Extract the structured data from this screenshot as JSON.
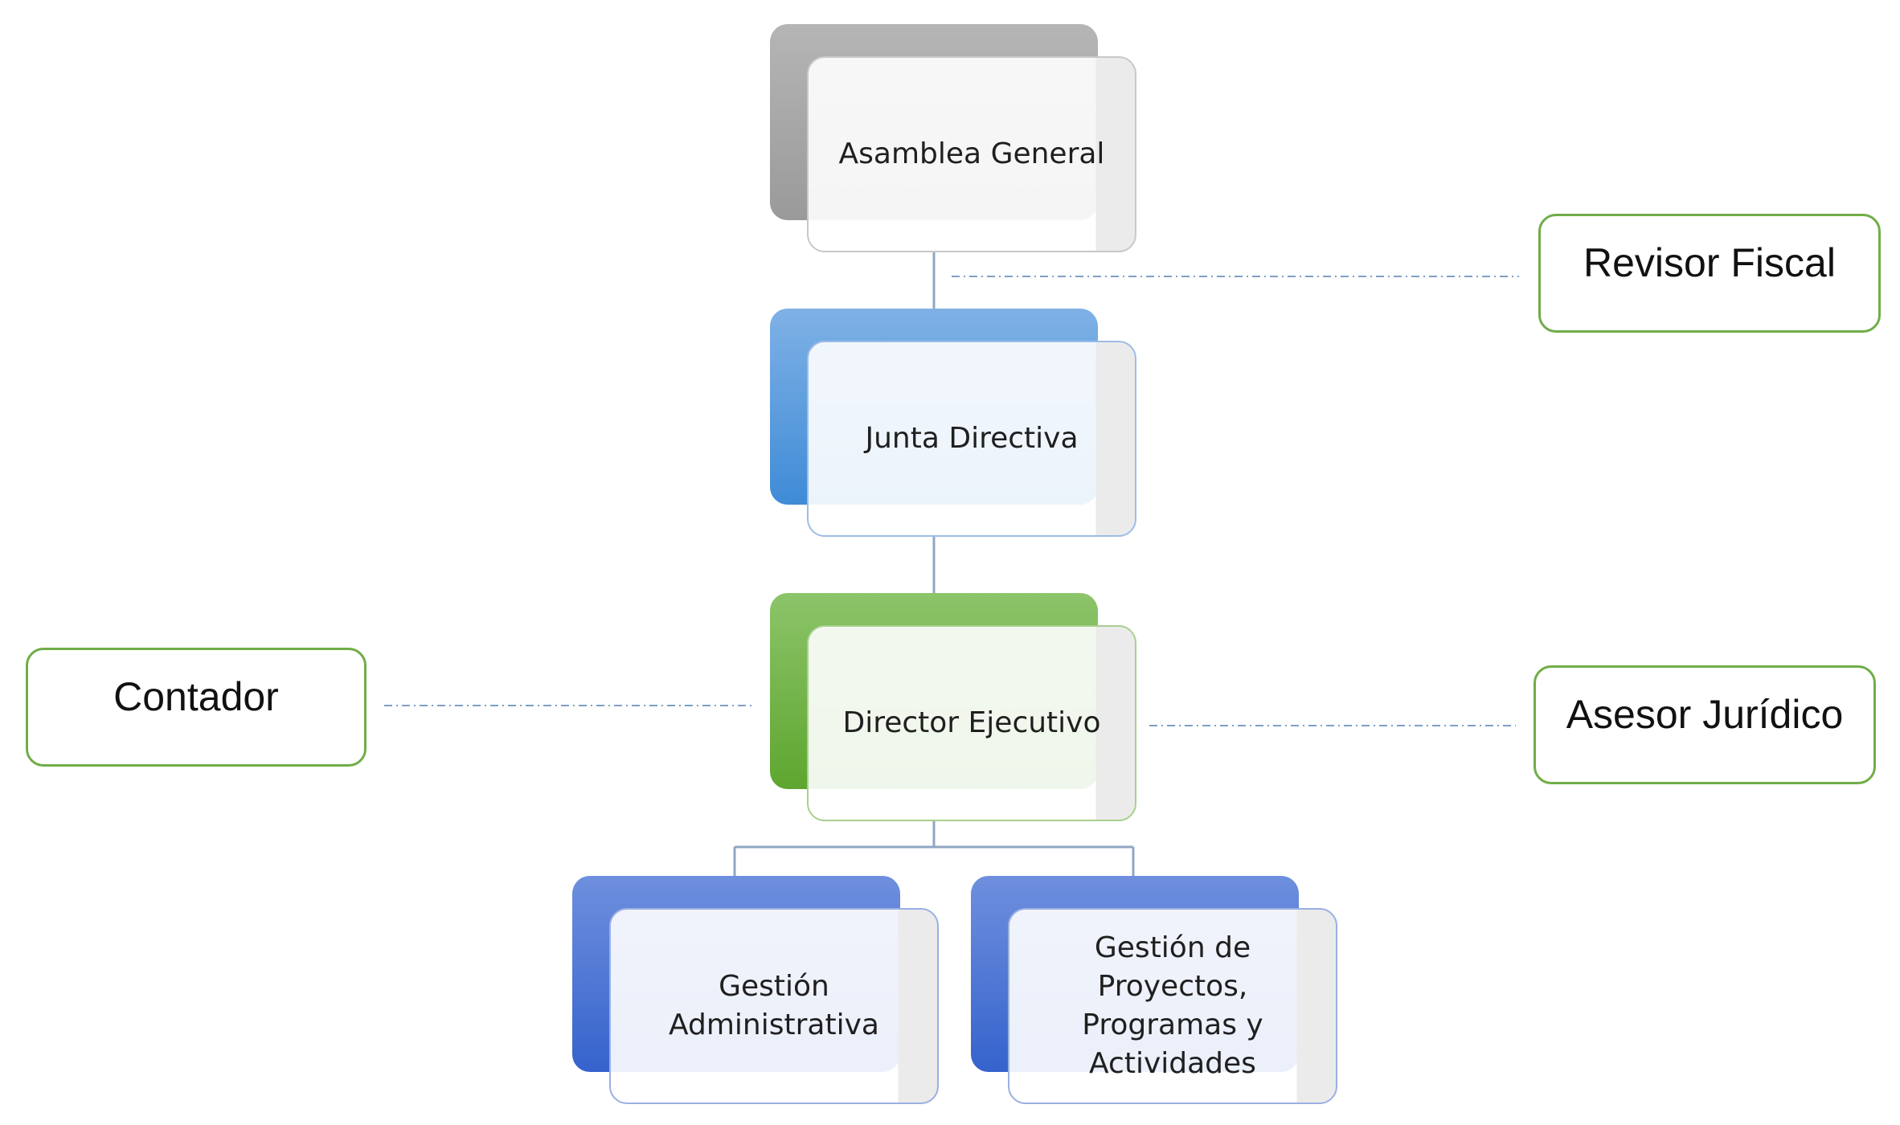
{
  "org_chart": {
    "nodes": [
      {
        "id": "asamblea",
        "label": "Asamblea General",
        "style": "gray"
      },
      {
        "id": "junta",
        "label": "Junta Directiva",
        "style": "blue"
      },
      {
        "id": "director",
        "label": "Director Ejecutivo",
        "style": "green"
      },
      {
        "id": "gestion_admin",
        "label": "Gestión\nAdministrativa",
        "style": "navy"
      },
      {
        "id": "gestion_proyectos",
        "label": "Gestión de\nProyectos,\nProgramas y\nActividades",
        "style": "navy"
      }
    ],
    "staff": [
      {
        "id": "revisor",
        "label": "Revisor Fiscal"
      },
      {
        "id": "contador",
        "label": "Contador"
      },
      {
        "id": "asesor",
        "label": "Asesor Jurídico"
      }
    ],
    "colors": {
      "gray_accent": "#9a9a9a",
      "blue_accent": "#3f8bd6",
      "green_accent": "#5ea62f",
      "navy_accent": "#3563cc",
      "staff_border": "#70ad47",
      "connector": "#7f9fc7"
    }
  }
}
